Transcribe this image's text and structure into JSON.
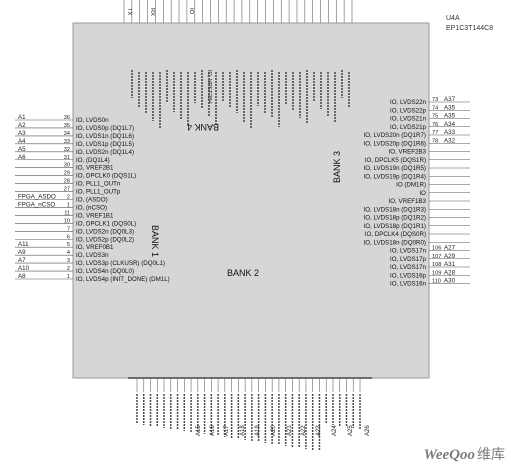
{
  "part": {
    "ref": "U4A",
    "device": "EP1C3T144C8"
  },
  "banks": {
    "b1": "BANK 1",
    "b2": "BANK 2",
    "b3": "BANK 3",
    "b4": "BANK 4"
  },
  "left_pins": [
    {
      "net": "A1",
      "num": "36",
      "name": "IO, LVDS0n"
    },
    {
      "net": "A2",
      "num": "35",
      "name": "IO, LVDS0p (DQ1L7)"
    },
    {
      "net": "A3",
      "num": "34",
      "name": "IO, LVDS1n (DQ1L6)"
    },
    {
      "net": "A4",
      "num": "33",
      "name": "IO, LVDS1p (DQ1L5)"
    },
    {
      "net": "A5",
      "num": "32",
      "name": "IO, LVDS2n (DQ1L4)"
    },
    {
      "net": "A6",
      "num": "31",
      "name": "IO, (DQ1L4)"
    },
    {
      "net": "",
      "num": "30",
      "name": "IO, VREF2B1"
    },
    {
      "net": "",
      "num": "29",
      "name": "IO, DPCLK0 (DQS1L)"
    },
    {
      "net": "",
      "num": "28",
      "name": "IO, PLL1_OUTn"
    },
    {
      "net": "",
      "num": "27",
      "name": "IO, PLL1_OUTp"
    },
    {
      "net": "FPGA_ASDO",
      "num": "2",
      "name": "IO, (ASDO)"
    },
    {
      "net": "FPGA_nCSO",
      "num": "1",
      "name": "IO, (nCSO)"
    },
    {
      "net": "",
      "num": "11",
      "name": "IO, VREF1B1"
    },
    {
      "net": "",
      "num": "10",
      "name": "IO, DPCLK1 (DQS0L)"
    },
    {
      "net": "",
      "num": "7",
      "name": "IO, LVDS2n (DQ0L3)"
    },
    {
      "net": "",
      "num": "6",
      "name": "IO, LVDS2p (DQ0L2)"
    },
    {
      "net": "A11",
      "num": "5",
      "name": "IO, VREF0B1"
    },
    {
      "net": "A9",
      "num": "4",
      "name": "IO, LVDS3n"
    },
    {
      "net": "A7",
      "num": "3",
      "name": "IO, LVDS3p (CLKUSR) (DQ0L1)"
    },
    {
      "net": "A10",
      "num": "2",
      "name": "IO, LVDS4n (DQ0L0)"
    },
    {
      "net": "A8",
      "num": "1",
      "name": "IO, LVDS4p (INIT_DONE) (DM1L)"
    }
  ],
  "right_pins": [
    {
      "net": "A37",
      "num": "73",
      "name": "IO, LVDS22n"
    },
    {
      "net": "A35",
      "num": "74",
      "name": "IO, LVDS22p"
    },
    {
      "net": "A35",
      "num": "75",
      "name": "IO, LVDS21n"
    },
    {
      "net": "A34",
      "num": "76",
      "name": "IO, LVDS21p"
    },
    {
      "net": "A33",
      "num": "77",
      "name": "IO, LVDS20n (DQ1R7)"
    },
    {
      "net": "A32",
      "num": "78",
      "name": "IO, LVDS20p (DQ1R6)"
    },
    {
      "net": "",
      "num": "",
      "name": "IO, VREF2B3"
    },
    {
      "net": "",
      "num": "",
      "name": "IO, DPCLK5 (DQS1R)"
    },
    {
      "net": "",
      "num": "",
      "name": "IO, LVDS19n (DQ1R5)"
    },
    {
      "net": "",
      "num": "",
      "name": "IO, LVDS19p (DQ1R4)"
    },
    {
      "net": "",
      "num": "",
      "name": "IO (DM1R)"
    },
    {
      "net": "",
      "num": "",
      "name": "IO"
    },
    {
      "net": "",
      "num": "",
      "name": "IO, VREF1B3"
    },
    {
      "net": "",
      "num": "",
      "name": "IO, LVDS18n (DQ1R3)"
    },
    {
      "net": "",
      "num": "",
      "name": "IO, LVDS18p (DQ1R2)"
    },
    {
      "net": "",
      "num": "",
      "name": "IO, LVDS18p (DQ1R1)"
    },
    {
      "net": "",
      "num": "",
      "name": "IO, DPCLK4 (DQS0R)"
    },
    {
      "net": "",
      "num": "",
      "name": "IO, LVDS18n (DQ0R0)"
    },
    {
      "net": "A27",
      "num": "106",
      "name": "IO, LVDS17n"
    },
    {
      "net": "A29",
      "num": "107",
      "name": "IO, LVDS17p"
    },
    {
      "net": "A31",
      "num": "108",
      "name": "IO, LVDS17n"
    },
    {
      "net": "A28",
      "num": "109",
      "name": "IO, LVDS16p"
    },
    {
      "net": "A30",
      "num": "110",
      "name": "IO, LVDS16n"
    }
  ],
  "top_pins": [
    {
      "text": "TX",
      "net": ""
    },
    {
      "text": "RX",
      "net": ""
    },
    {
      "text": "IO",
      "net": ""
    }
  ],
  "top_inner": [
    {
      "text": "IO, VREF2B4"
    }
  ],
  "bottom_nets": [
    "A15",
    "A16",
    "A17",
    "A18",
    "A19",
    "A20",
    "A21",
    "A22",
    "A23",
    "A24",
    "A25",
    "A26"
  ],
  "watermark": {
    "brand": "WeeQoo",
    "suffix": "维库"
  }
}
